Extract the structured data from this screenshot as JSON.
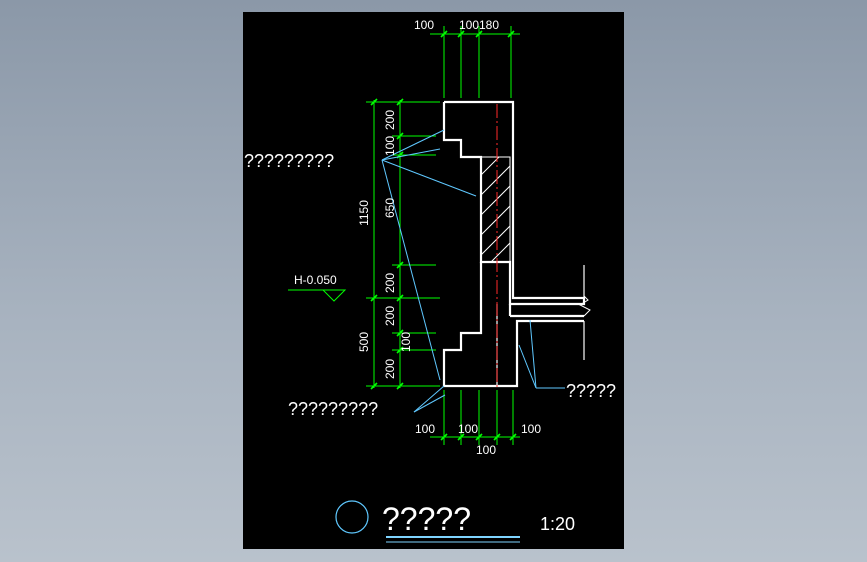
{
  "colors": {
    "background_gradient_top": "#8b98a8",
    "background_gradient_bottom": "#b9c2cc",
    "sheet": "#000000",
    "outline": "#ffffff",
    "dimension": "#00ff00",
    "leader": "#5fc8ff",
    "centerline": "#ff2a2a",
    "text": "#ffffff",
    "scale_bar": "#7fd4ff"
  },
  "dimensions": {
    "top": [
      "100",
      "100",
      "180"
    ],
    "left_outer": "1150",
    "left_inner_upper": [
      "200",
      "100",
      "650",
      "200"
    ],
    "left_lower_outer": "500",
    "left_lower_inner": [
      "200",
      "100",
      "200"
    ],
    "bottom_row": [
      "100",
      "100",
      "100"
    ],
    "bottom_under": "100"
  },
  "labels": {
    "level_mark": "H-0.050",
    "callout_upper_left": "?????????",
    "callout_lower_left": "?????????",
    "callout_right": "?????",
    "title": "?????",
    "scale": "1:20"
  },
  "icons": {
    "title_circle": "detail-circle-icon",
    "break_mark": "break-line-icon",
    "level_triangle": "elevation-triangle-icon"
  }
}
